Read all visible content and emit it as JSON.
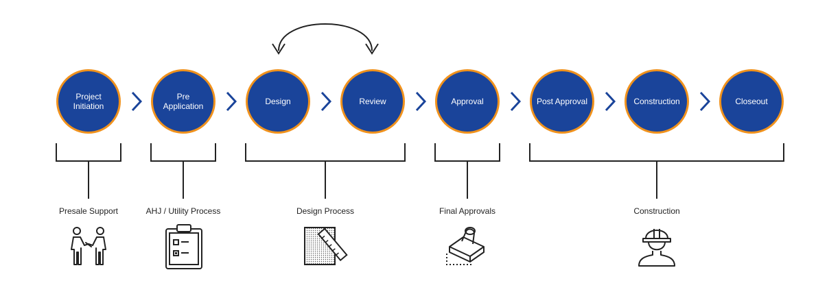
{
  "stages": [
    {
      "label": "Project Initiation"
    },
    {
      "label": "Pre Application"
    },
    {
      "label": "Design"
    },
    {
      "label": "Review"
    },
    {
      "label": "Approval"
    },
    {
      "label": "Post Approval"
    },
    {
      "label": "Construction"
    },
    {
      "label": "Closeout"
    }
  ],
  "groups": [
    {
      "label": "Presale Support",
      "icon": "handshake-icon"
    },
    {
      "label": "AHJ / Utility Process",
      "icon": "clipboard-checklist-icon"
    },
    {
      "label": "Design Process",
      "icon": "blueprint-ruler-icon"
    },
    {
      "label": "Final Approvals",
      "icon": "approval-stamp-icon"
    },
    {
      "label": "Construction",
      "icon": "hardhat-worker-icon"
    }
  ],
  "colors": {
    "stage_fill": "#1a449a",
    "stage_ring": "#f0921d",
    "chevron": "#1a449a",
    "lines": "#222222"
  }
}
